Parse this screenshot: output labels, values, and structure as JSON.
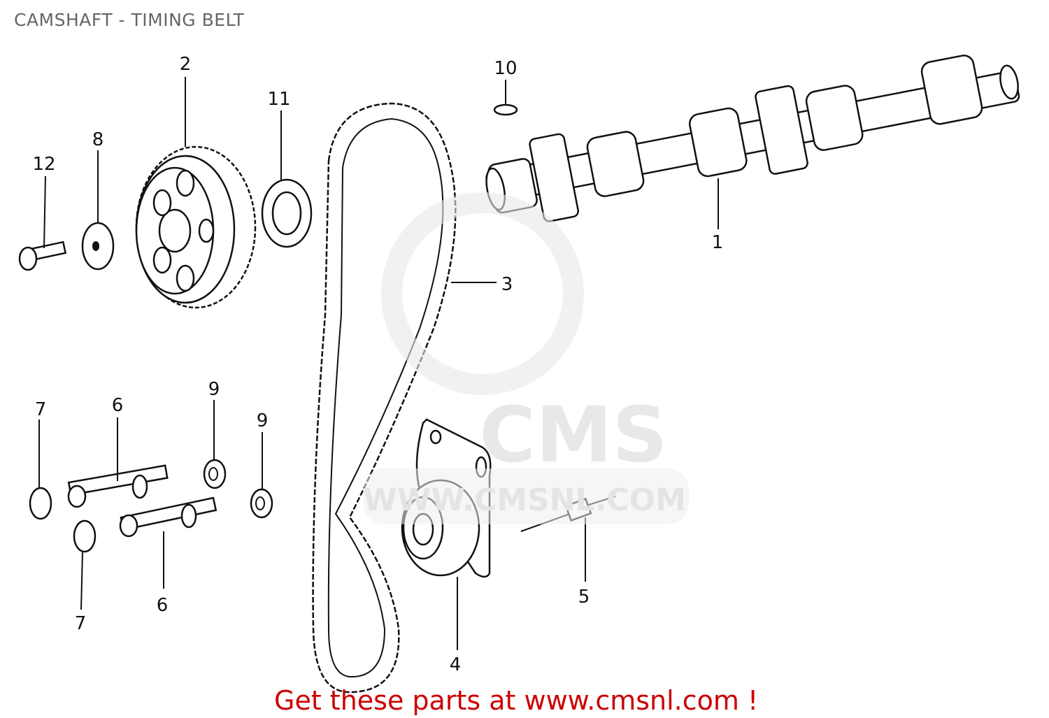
{
  "title": "CAMSHAFT - TIMING BELT",
  "footer": "Get these parts at www.cmsnl.com !",
  "watermark": {
    "logo": "CMS",
    "url": "WWW.CMSNL.COM"
  },
  "callouts": [
    "1",
    "2",
    "3",
    "4",
    "5",
    "6",
    "6",
    "7",
    "7",
    "8",
    "9",
    "9",
    "10",
    "11",
    "12"
  ],
  "colors": {
    "title": "#666666",
    "footer": "#cc0000",
    "line": "#111111"
  }
}
